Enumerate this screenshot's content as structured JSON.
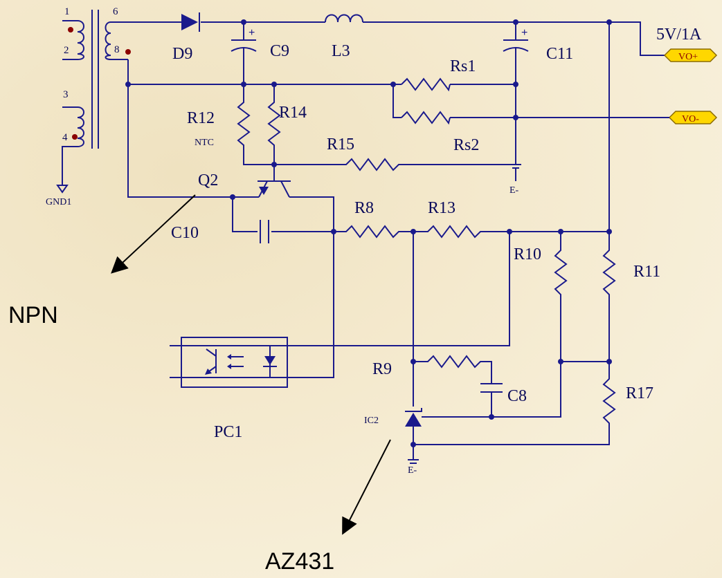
{
  "title": "",
  "transformer": {
    "pins": [
      "1",
      "2",
      "6",
      "8",
      "3",
      "4"
    ]
  },
  "components": {
    "D9": "D9",
    "C9": "C9",
    "L3": "L3",
    "C11": "C11",
    "Rs1": "Rs1",
    "Rs2": "Rs2",
    "R12": "R12",
    "R12_note": "NTC",
    "R14": "R14",
    "R15": "R15",
    "Q2": "Q2",
    "C10": "C10",
    "R8": "R8",
    "R13": "R13",
    "R10": "R10",
    "R11": "R11",
    "R9": "R9",
    "C8": "C8",
    "R17": "R17",
    "PC1": "PC1",
    "IC2": "IC2"
  },
  "nets": {
    "gnd1": "GND1",
    "e_minus_top": "E-",
    "e_minus_bottom": "E-"
  },
  "output": {
    "rating": "5V/1A",
    "vo_plus": "VO+",
    "vo_minus": "VO-"
  },
  "callouts": {
    "npn": "NPN",
    "az431": "AZ431"
  }
}
